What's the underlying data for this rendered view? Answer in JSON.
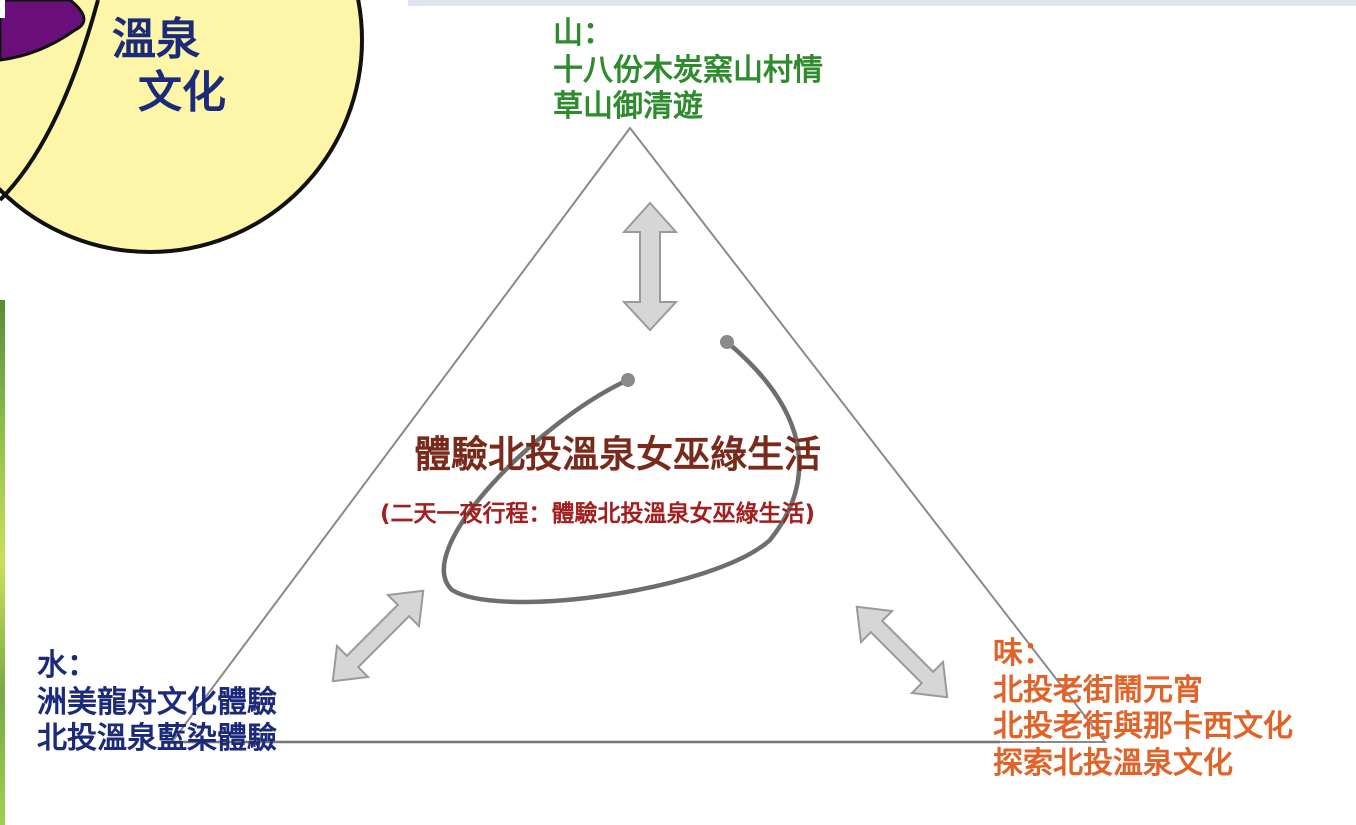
{
  "corner_badge": {
    "line1": "溫泉",
    "line2": "文化"
  },
  "mountain": {
    "heading": "山：",
    "items": [
      "十八份木炭窯山村情",
      "草山御清遊"
    ]
  },
  "water": {
    "heading": "水：",
    "items": [
      "洲美龍舟文化體驗",
      "北投溫泉藍染體驗"
    ]
  },
  "taste": {
    "heading": "味：",
    "items": [
      "北投老街鬧元宵",
      "北投老街與那卡西文化",
      "探索北投溫泉文化"
    ]
  },
  "center": {
    "title": "體驗北投溫泉女巫綠生活",
    "subtitle": "(二天一夜行程：體驗北投溫泉女巫綠生活)"
  },
  "colors": {
    "mountain_text": "#2e8b2e",
    "water_text": "#1c2a7a",
    "taste_text": "#e0632a",
    "center_title": "#7a2a1a",
    "center_subtitle": "#a02020",
    "badge_fill": "#fdf6a8",
    "badge_accent": "#6a0f7a"
  }
}
